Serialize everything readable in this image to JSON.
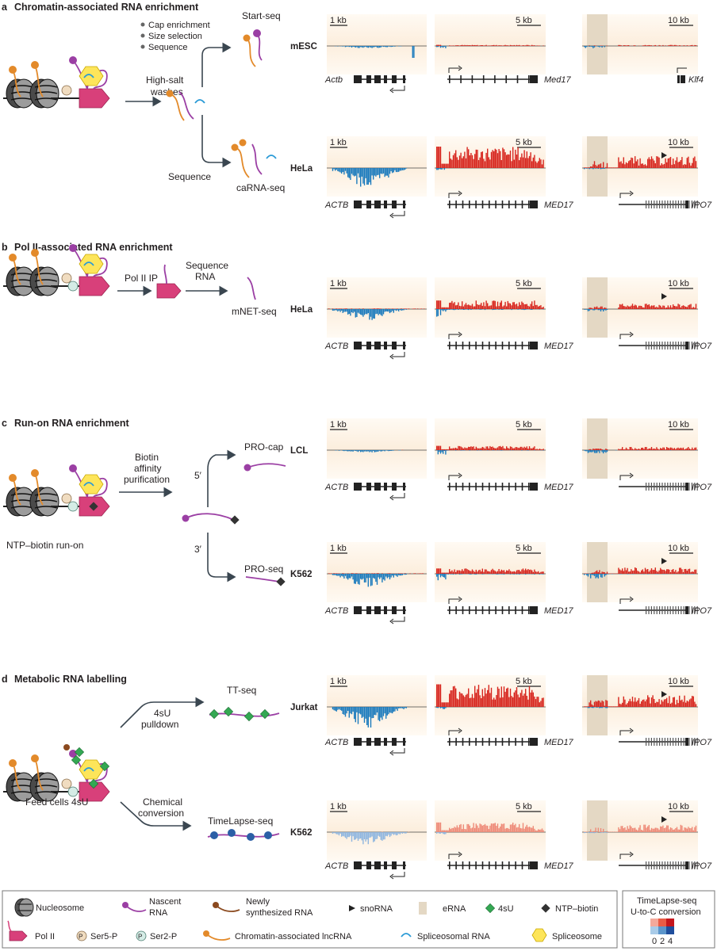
{
  "sections": [
    {
      "letter": "a",
      "title": "Chromatin-associated RNA enrichment",
      "steps": {
        "bullets": [
          "Cap enrichment",
          "Size selection",
          "Sequence"
        ],
        "washes": [
          "High-salt",
          "washes"
        ],
        "sequence": "Sequence",
        "method_top": "Start-seq",
        "method_bottom": "caRNA-seq"
      },
      "rows": [
        {
          "cell": "mESC",
          "scales": [
            "1 kb",
            "5 kb",
            "10 kb"
          ],
          "genes": [
            "Actb",
            "Med17",
            "Klf4"
          ]
        },
        {
          "cell": "HeLa",
          "scales": [
            "1 kb",
            "5 kb",
            "10 kb"
          ],
          "genes": [
            "ACTB",
            "MED17",
            "IPO7"
          ]
        }
      ]
    },
    {
      "letter": "b",
      "title": "Pol II-associated RNA enrichment",
      "steps": {
        "ip": "Pol II IP",
        "seq": [
          "Sequence",
          "RNA"
        ],
        "method": "mNET-seq"
      },
      "rows": [
        {
          "cell": "HeLa",
          "scales": [
            "1 kb",
            "5 kb",
            "10 kb"
          ],
          "genes": [
            "ACTB",
            "MED17",
            "IPO7"
          ]
        }
      ]
    },
    {
      "letter": "c",
      "title": "Run-on RNA enrichment",
      "steps": {
        "purif": [
          "Biotin",
          "affinity",
          "purification"
        ],
        "five": "5′",
        "three": "3′",
        "runon": "NTP–biotin run-on",
        "method_top": "PRO-cap",
        "method_bottom": "PRO-seq"
      },
      "rows": [
        {
          "cell": "LCL",
          "scales": [
            "1 kb",
            "5 kb",
            "10 kb"
          ],
          "genes": [
            "ACTB",
            "MED17",
            "IPO7"
          ]
        },
        {
          "cell": "K562",
          "scales": [
            "1 kb",
            "5 kb",
            "10 kb"
          ],
          "genes": [
            "ACTB",
            "MED17",
            "IPO7"
          ]
        }
      ]
    },
    {
      "letter": "d",
      "title": "Metabolic RNA labelling",
      "steps": {
        "pulldown": [
          "4sU",
          "pulldown"
        ],
        "chem": [
          "Chemical",
          "conversion"
        ],
        "feed": "Feed cells 4sU",
        "method_top": "TT-seq",
        "method_bottom": "TimeLapse-seq"
      },
      "rows": [
        {
          "cell": "Jurkat",
          "scales": [
            "1 kb",
            "5 kb",
            "10 kb"
          ],
          "genes": [
            "ACTB",
            "MED17",
            "IPO7"
          ]
        },
        {
          "cell": "K562",
          "scales": [
            "1 kb",
            "5 kb",
            "10 kb"
          ],
          "genes": [
            "ACTB",
            "MED17",
            "IPO7"
          ]
        }
      ]
    }
  ],
  "legend": {
    "nucleosome": "Nucleosome",
    "nascent": [
      "Nascent",
      "RNA"
    ],
    "newly": [
      "Newly",
      "synthesized RNA"
    ],
    "snorna": "snoRNA",
    "erna": "eRNA",
    "fsu": "4sU",
    "ntp_biotin": "NTP–biotin",
    "pol2": "Pol II",
    "ser5": "Ser5-P",
    "ser2": "Ser2-P",
    "lncrna": "Chromatin-associated lncRNA",
    "spliceo_rna": "Spliceosomal RNA",
    "spliceosome": "Spliceosome",
    "timelapse_title": [
      "TimeLapse-seq",
      "U-to-C conversion"
    ],
    "timelapse_ticks": [
      "0",
      "2",
      "4"
    ]
  },
  "colors": {
    "sense_red": "#d7261e",
    "antisense_blue": "#1b7bbd",
    "pol2_pink": "#d8407a",
    "nascent_purple": "#9b3fa4",
    "lncrna_orange": "#e38a2a",
    "spliceo_blue": "#2a9ad6",
    "spliceosome_yellow": "#fde55a",
    "fsu_green": "#34a853",
    "erna_beige": "#e4d8c4",
    "track_bg": "#fdf3e6"
  }
}
